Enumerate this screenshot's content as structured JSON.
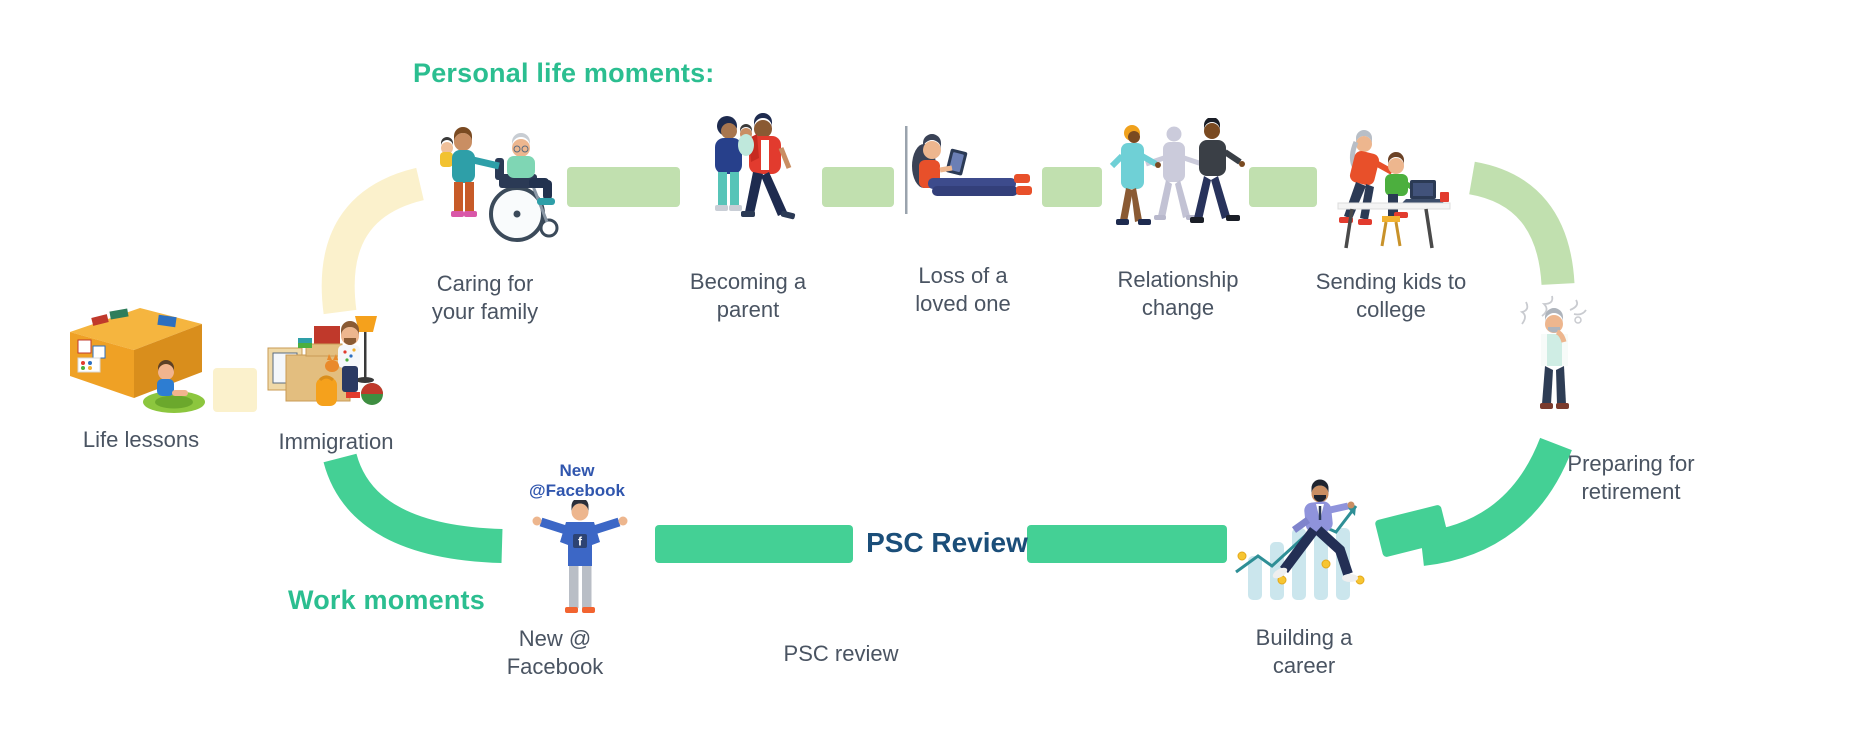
{
  "slide": {
    "background": "#ffffff",
    "headers": {
      "personal": "Personal life moments:",
      "work": "Work moments"
    },
    "banner": {
      "psc_review": "PSC Review"
    },
    "facebook_badge": {
      "line1": "New",
      "line2": "@Facebook"
    },
    "personal_moments": [
      {
        "label": "Caring for your family"
      },
      {
        "label": "Becoming a parent"
      },
      {
        "label": "Loss of a loved one"
      },
      {
        "label": "Relationship change"
      },
      {
        "label": "Sending kids to college"
      },
      {
        "label": "Preparing for retirement"
      }
    ],
    "life_stage_moments": [
      {
        "label": "Life lessons"
      },
      {
        "label": "Immigration"
      }
    ],
    "work_moments": [
      {
        "label": "New @ Facebook"
      },
      {
        "label": "PSC review"
      },
      {
        "label": "Building a career"
      }
    ],
    "colors": {
      "accent_teal": "#2BBE90",
      "connector_light_green": "#C1E0AF",
      "connector_emerald": "#44D095",
      "connector_cream": "#FBF1CC",
      "psc_navy": "#1B4E79",
      "facebook_blue": "#3056AE",
      "label_gray": "#4A5462"
    }
  }
}
